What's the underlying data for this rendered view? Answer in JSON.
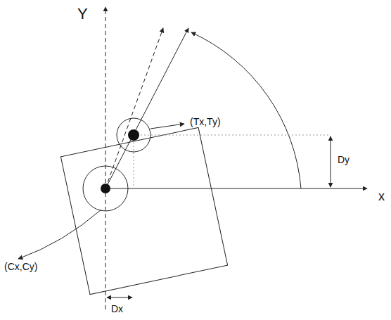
{
  "diagram": {
    "labels": [
      "Y",
      "x",
      "(Tx,Ty)",
      "(Cx,Cy)",
      "Dy",
      "Dx"
    ]
  }
}
